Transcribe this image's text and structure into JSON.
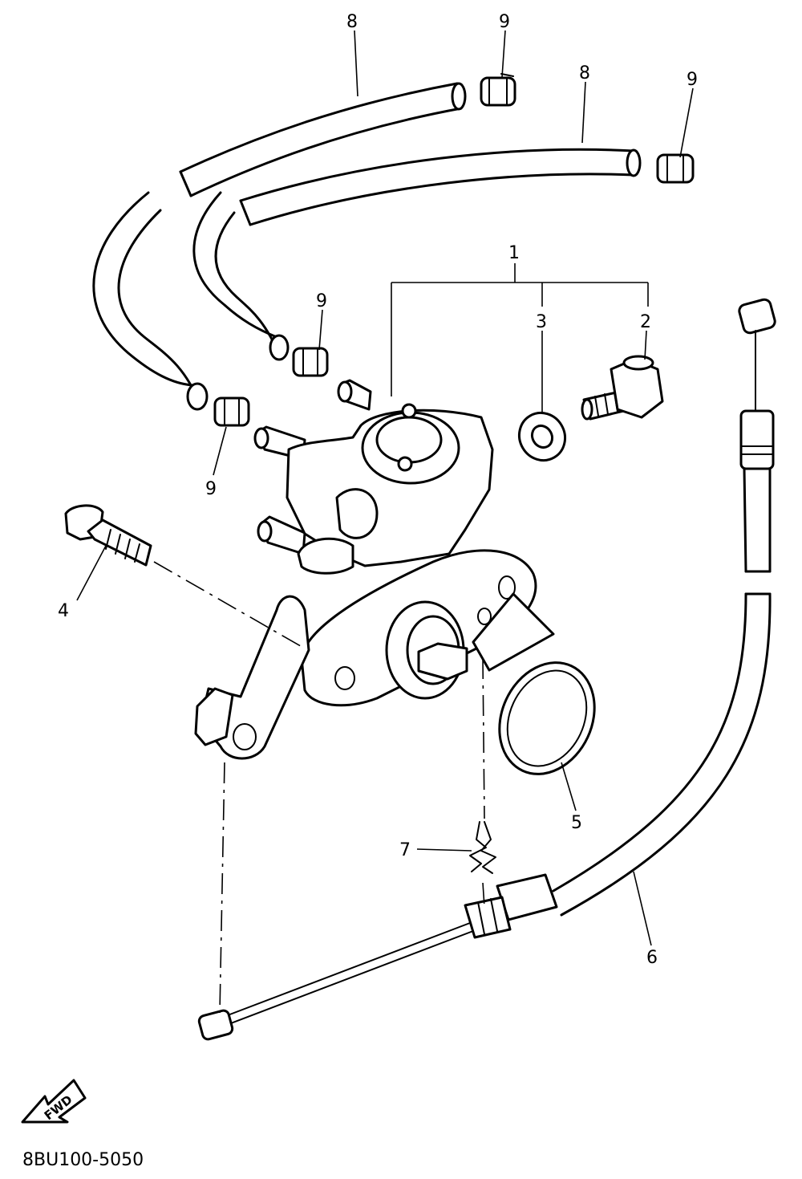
{
  "callouts": {
    "c1": "1",
    "c2": "2",
    "c3": "3",
    "c4": "4",
    "c5": "5",
    "c6": "6",
    "c7": "7",
    "c8a": "8",
    "c8b": "8",
    "c9a": "9",
    "c9b": "9",
    "c9c": "9",
    "c9d": "9"
  },
  "fwd_label": "FWD",
  "diagram_code": "8BU100-5050"
}
